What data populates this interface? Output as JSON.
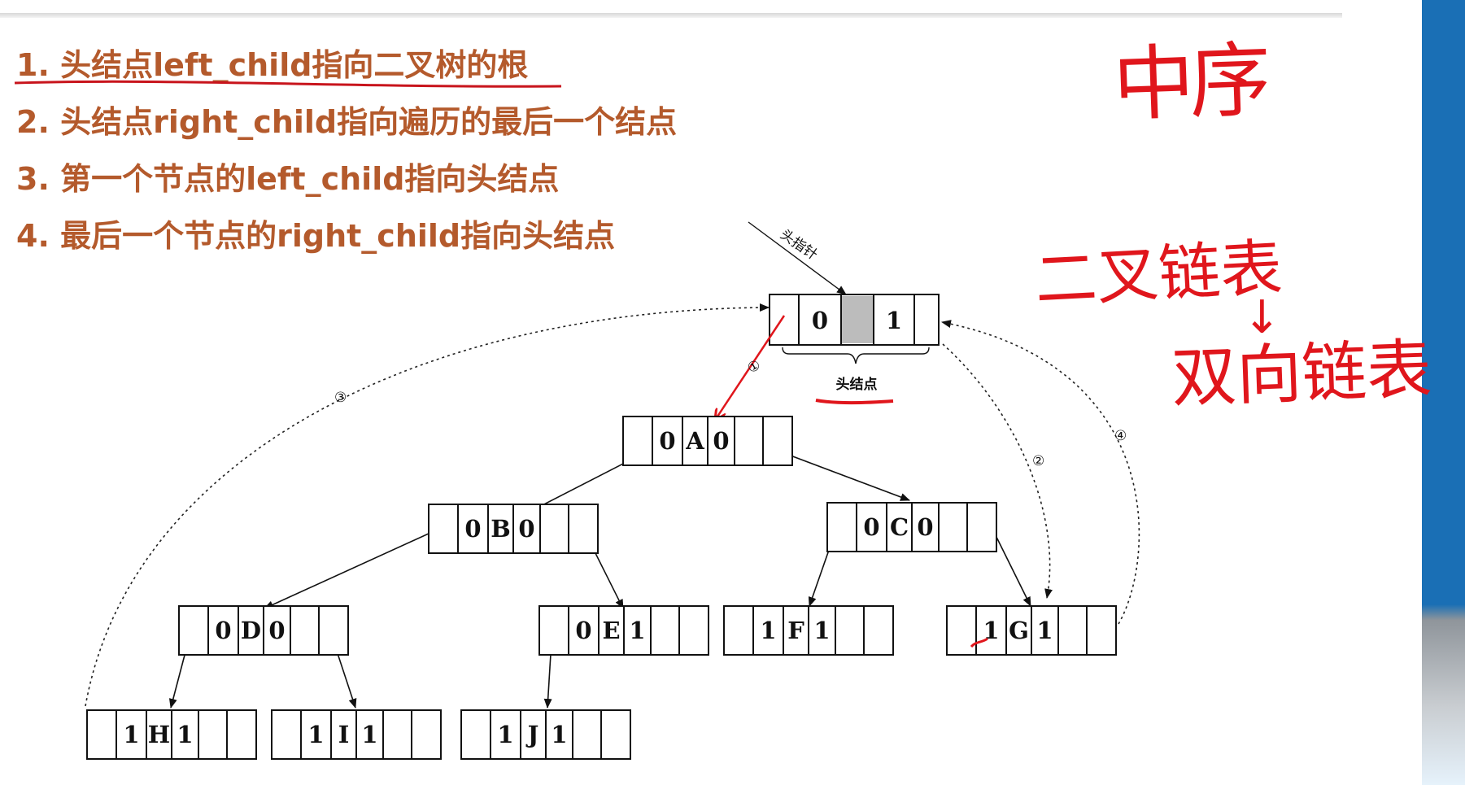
{
  "rules": [
    "1. 头结点left_child指向二叉树的根",
    "2. 头结点right_child指向遍历的最后一个结点",
    "3. 第一个节点的left_child指向头结点",
    "4. 最后一个节点的right_child指向头结点"
  ],
  "annotations": {
    "title_note": "中序",
    "note_line1": "二叉链表",
    "note_line2": "双向链表",
    "arrow_glyph": "↓"
  },
  "diagram": {
    "head_pointer_label": "头指针",
    "head_node_label": "头结点",
    "head_node": {
      "left_tag": "0",
      "right_tag": "1"
    },
    "nodes": [
      {
        "name": "A",
        "ltag": "0",
        "rtag": "0"
      },
      {
        "name": "B",
        "ltag": "0",
        "rtag": "0"
      },
      {
        "name": "C",
        "ltag": "0",
        "rtag": "0"
      },
      {
        "name": "D",
        "ltag": "0",
        "rtag": "0"
      },
      {
        "name": "E",
        "ltag": "0",
        "rtag": "1"
      },
      {
        "name": "F",
        "ltag": "1",
        "rtag": "1"
      },
      {
        "name": "G",
        "ltag": "1",
        "rtag": "1"
      },
      {
        "name": "H",
        "ltag": "1",
        "rtag": "1"
      },
      {
        "name": "I",
        "ltag": "1",
        "rtag": "1"
      },
      {
        "name": "J",
        "ltag": "1",
        "rtag": "1"
      }
    ],
    "link_labels": [
      "①",
      "②",
      "③",
      "④"
    ]
  },
  "colors": {
    "rule_text": "#b45a2c",
    "annotation_ink": "#e0161c",
    "sidebar": "#1a6fb5"
  }
}
